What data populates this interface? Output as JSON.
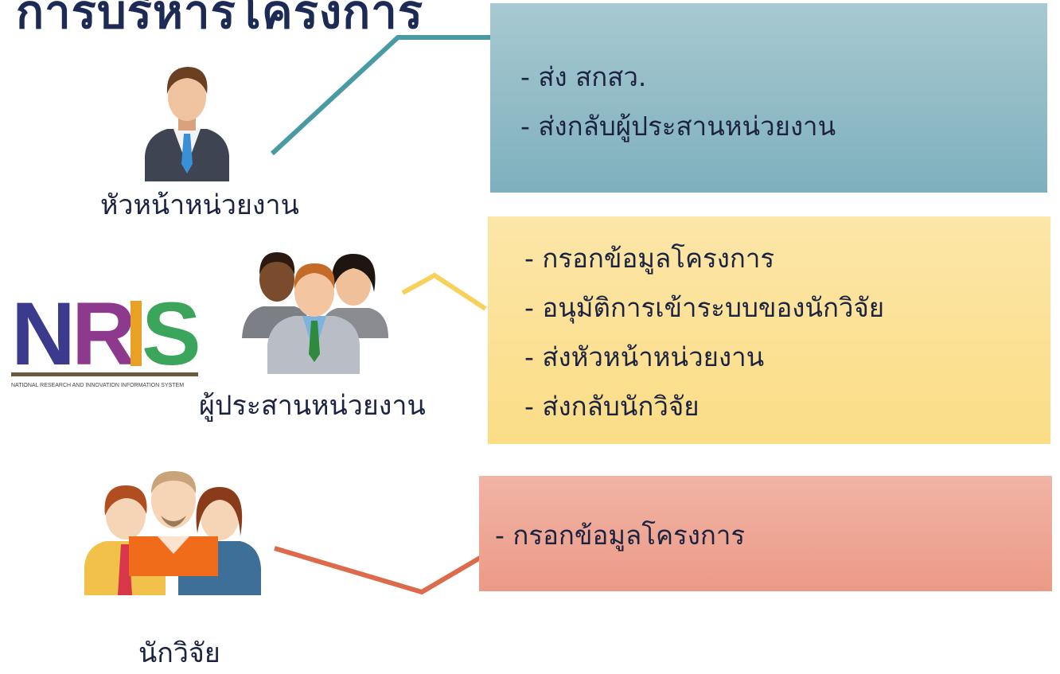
{
  "title": "การบริหารโครงการ",
  "roles": {
    "head": {
      "label": "หัวหน้าหน่วยงาน",
      "tasks": [
        "- ส่ง สกสว.",
        "- ส่งกลับผู้ประสานหน่วยงาน"
      ],
      "color": "#8fbac5"
    },
    "coordinator": {
      "label": "ผู้ประสานหน่วยงาน",
      "tasks": [
        "- กรอกข้อมูลโครงการ",
        "- อนุมัติการเข้าระบบของนักวิจัย",
        "- ส่งหัวหน้าหน่วยงาน",
        "- ส่งกลับนักวิจัย"
      ],
      "color": "#fce08f"
    },
    "researcher": {
      "label": "นักวิจัย",
      "tasks": [
        "-  กรอกข้อมูลโครงการ"
      ],
      "color": "#eea592"
    }
  },
  "logo": {
    "text": "NRIS",
    "subtitle": "NATIONAL RESEARCH AND INNOVATION INFORMATION SYSTEM"
  },
  "icons": [
    "businessman-icon",
    "team-icon",
    "researchers-icon",
    "nris-logo"
  ]
}
